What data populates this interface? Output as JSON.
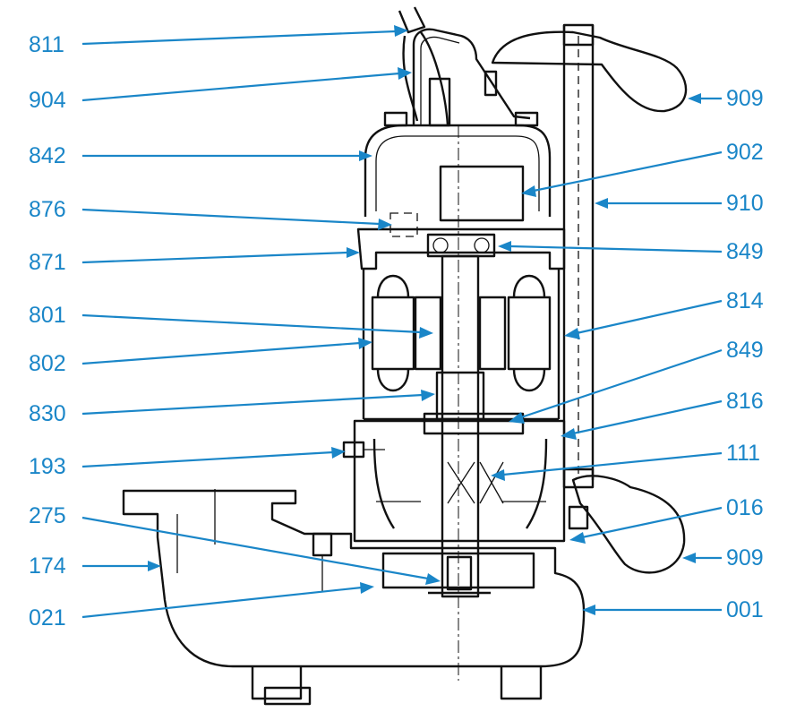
{
  "callouts": [
    {
      "id": "left-1",
      "text": "811"
    },
    {
      "id": "left-2",
      "text": "904"
    },
    {
      "id": "left-3",
      "text": "842"
    },
    {
      "id": "left-4",
      "text": "876"
    },
    {
      "id": "left-5",
      "text": "871"
    },
    {
      "id": "left-6",
      "text": "801"
    },
    {
      "id": "left-7",
      "text": "802"
    },
    {
      "id": "left-8",
      "text": "830"
    },
    {
      "id": "left-9",
      "text": "193"
    },
    {
      "id": "left-10",
      "text": "275"
    },
    {
      "id": "left-11",
      "text": "174"
    },
    {
      "id": "left-12",
      "text": "021"
    },
    {
      "id": "right-1",
      "text": "909"
    },
    {
      "id": "right-2",
      "text": "902"
    },
    {
      "id": "right-3",
      "text": "910"
    },
    {
      "id": "right-4",
      "text": "849"
    },
    {
      "id": "right-5",
      "text": "814"
    },
    {
      "id": "right-6",
      "text": "849"
    },
    {
      "id": "right-7",
      "text": "816"
    },
    {
      "id": "right-8",
      "text": "111"
    },
    {
      "id": "right-9",
      "text": "016"
    },
    {
      "id": "right-10",
      "text": "909"
    },
    {
      "id": "right-11",
      "text": "001"
    }
  ],
  "colors": {
    "callout": "#1a86c8",
    "drawing": "#111111"
  }
}
